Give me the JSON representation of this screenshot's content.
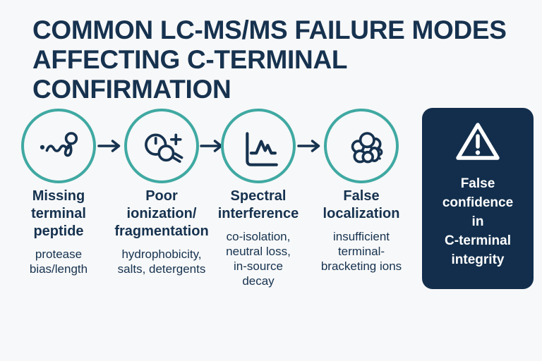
{
  "colors": {
    "background": "#f7f8f9",
    "navy": "#16324f",
    "teal": "#3fa9a2",
    "panel": "#122e4c",
    "panel_text": "#ffffff"
  },
  "title": "COMMON LC-MS/MS FAILURE MODES\nAFFECTING C-TERMINAL CONFIRMATION",
  "steps": [
    {
      "icon": "missing-terminal-peptide-icon",
      "title": "Missing\nterminal\npeptide",
      "subtitle": "protease\nbias/length"
    },
    {
      "icon": "poor-ionization-icon",
      "title": "Poor\nionization/\nfragmentation",
      "subtitle": "hydrophobicity,\nsalts, detergents"
    },
    {
      "icon": "spectral-interference-icon",
      "title": "Spectral\ninterference",
      "subtitle": "co-isolation,\nneutral loss,\nin-source\ndecay"
    },
    {
      "icon": "false-localization-icon",
      "title": "False\nlocalization",
      "subtitle": "insufficient\nterminal-\nbracketing ions"
    }
  ],
  "result": {
    "icon": "warning-triangle-icon",
    "text": "False\nconfidence\nin\nC-terminal\nintegrity"
  }
}
